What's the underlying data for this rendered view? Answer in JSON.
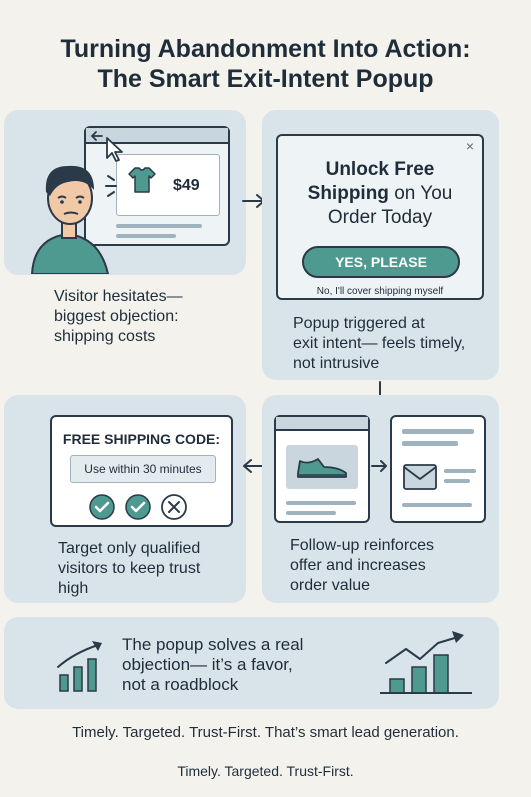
{
  "title": {
    "line1": "Turning Abandonment Into Action:",
    "line2": "The Smart Exit-Intent Popup"
  },
  "step1": {
    "price": "$49",
    "caption": [
      "Visitor hesitates—",
      "biggest objection:",
      "shipping costs"
    ]
  },
  "step2": {
    "popup_line1": "Unlock Free",
    "popup_line2_bold": "Shipping",
    "popup_line2_rest": " on You",
    "popup_line3": "Order Today",
    "yes_label": "YES, PLEASE",
    "no_label": "No, I'll cover shipping myself",
    "close_glyph": "×",
    "caption": [
      "Popup triggered at",
      "exit intent— feels timely,",
      "not intrusive"
    ]
  },
  "step3": {
    "code_title": "FREE SHIPPING CODE:",
    "code_value": "Use within 30 minutes",
    "caption": [
      "Target only qualified",
      "visitors to keep trust",
      "high"
    ]
  },
  "step4": {
    "caption": [
      "Follow-up reinforces",
      "offer and increases",
      "order value"
    ]
  },
  "summary": {
    "lines": [
      "The popup solves a real",
      "objection— it’s a favor,",
      "not a roadblock"
    ]
  },
  "footer": {
    "line1": "Timely. Targeted. Trust-First. That’s smart lead generation.",
    "line2": "Timely. Targeted. Trust-First."
  },
  "colors": {
    "teal": "#4f9a90",
    "panel": "#d9e4ea",
    "ink": "#2a3a48",
    "background": "#f4f2ec"
  }
}
